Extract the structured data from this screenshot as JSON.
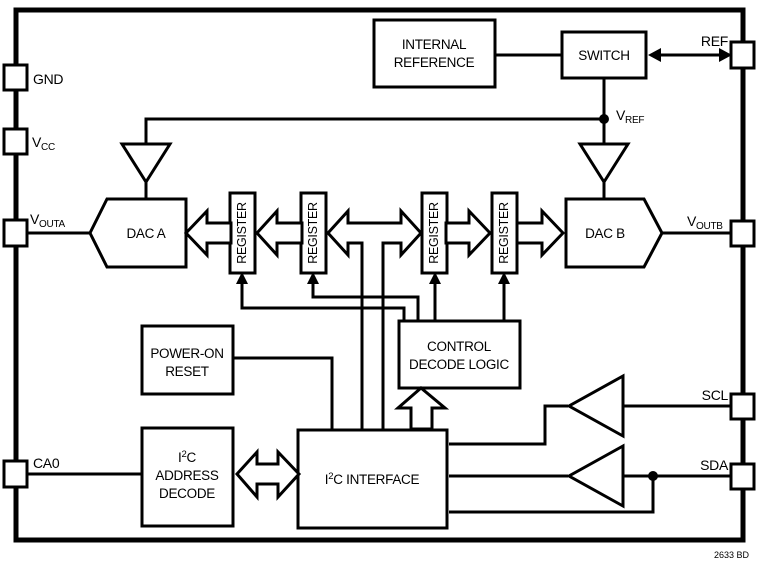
{
  "diagram": {
    "caption": "2633 BD",
    "colors": {
      "ink": "#000000",
      "background": "#ffffff"
    }
  },
  "pins": {
    "gnd": {
      "label": "GND"
    },
    "vcc": {
      "main": "V",
      "sub": "CC"
    },
    "vouta": {
      "main": "V",
      "sub": "OUTA"
    },
    "ca0": {
      "label": "CA0"
    },
    "ref": {
      "label": "REF"
    },
    "voutb": {
      "main": "V",
      "sub": "OUTB"
    },
    "scl": {
      "label": "SCL"
    },
    "sda": {
      "label": "SDA"
    }
  },
  "nets": {
    "vref": {
      "main": "V",
      "sub": "REF"
    }
  },
  "blocks": {
    "internal_reference": {
      "line1": "INTERNAL",
      "line2": "REFERENCE"
    },
    "switch": {
      "label": "SWITCH"
    },
    "dac_a": {
      "label": "DAC A"
    },
    "dac_b": {
      "label": "DAC B"
    },
    "register": {
      "label": "REGISTER"
    },
    "control_decode": {
      "line1": "CONTROL",
      "line2": "DECODE LOGIC"
    },
    "power_on_reset": {
      "line1": "POWER-ON",
      "line2": "RESET"
    },
    "i2c_address": {
      "pre": "I",
      "sup": "2",
      "post": "C",
      "line2": "ADDRESS",
      "line3": "DECODE"
    },
    "i2c_interface": {
      "pre": "I",
      "sup": "2",
      "post": "C INTERFACE"
    }
  }
}
